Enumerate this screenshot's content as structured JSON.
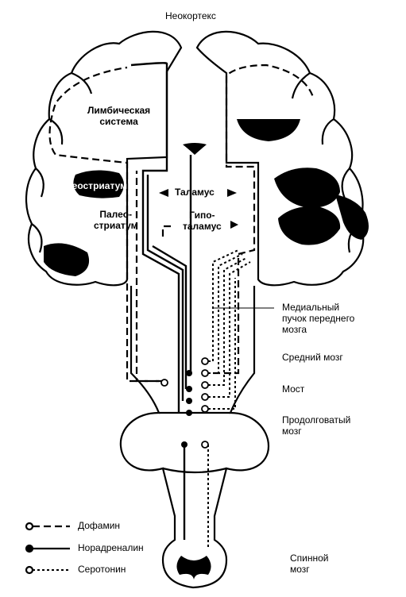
{
  "labels": {
    "neocortex": "Неокортекс",
    "limbic_line1": "Лимбическая",
    "limbic_line2": "система",
    "neostriatum": "Неостриатум",
    "paleostriatum_line1": "Палео-",
    "paleostriatum_line2": "стриатум",
    "thalamus": "Таламус",
    "hypothalamus_line1": "Гипо-",
    "hypothalamus_line2": "таламус",
    "mfb_line1": "Медиальный",
    "mfb_line2": "пучок переднего",
    "mfb_line3": "мозга",
    "midbrain": "Средний мозг",
    "pons": "Мост",
    "medulla_line1": "Продолговатый",
    "medulla_line2": "мозг",
    "spinal_line1": "Спинной",
    "spinal_line2": "мозг"
  },
  "legend": [
    {
      "label": "Дофамин",
      "line_style": "dashed"
    },
    {
      "label": "Норадреналин",
      "line_style": "solid"
    },
    {
      "label": "Серотонин",
      "line_style": "dotted"
    }
  ],
  "colors": {
    "ink": "#000000",
    "paper": "#ffffff"
  }
}
